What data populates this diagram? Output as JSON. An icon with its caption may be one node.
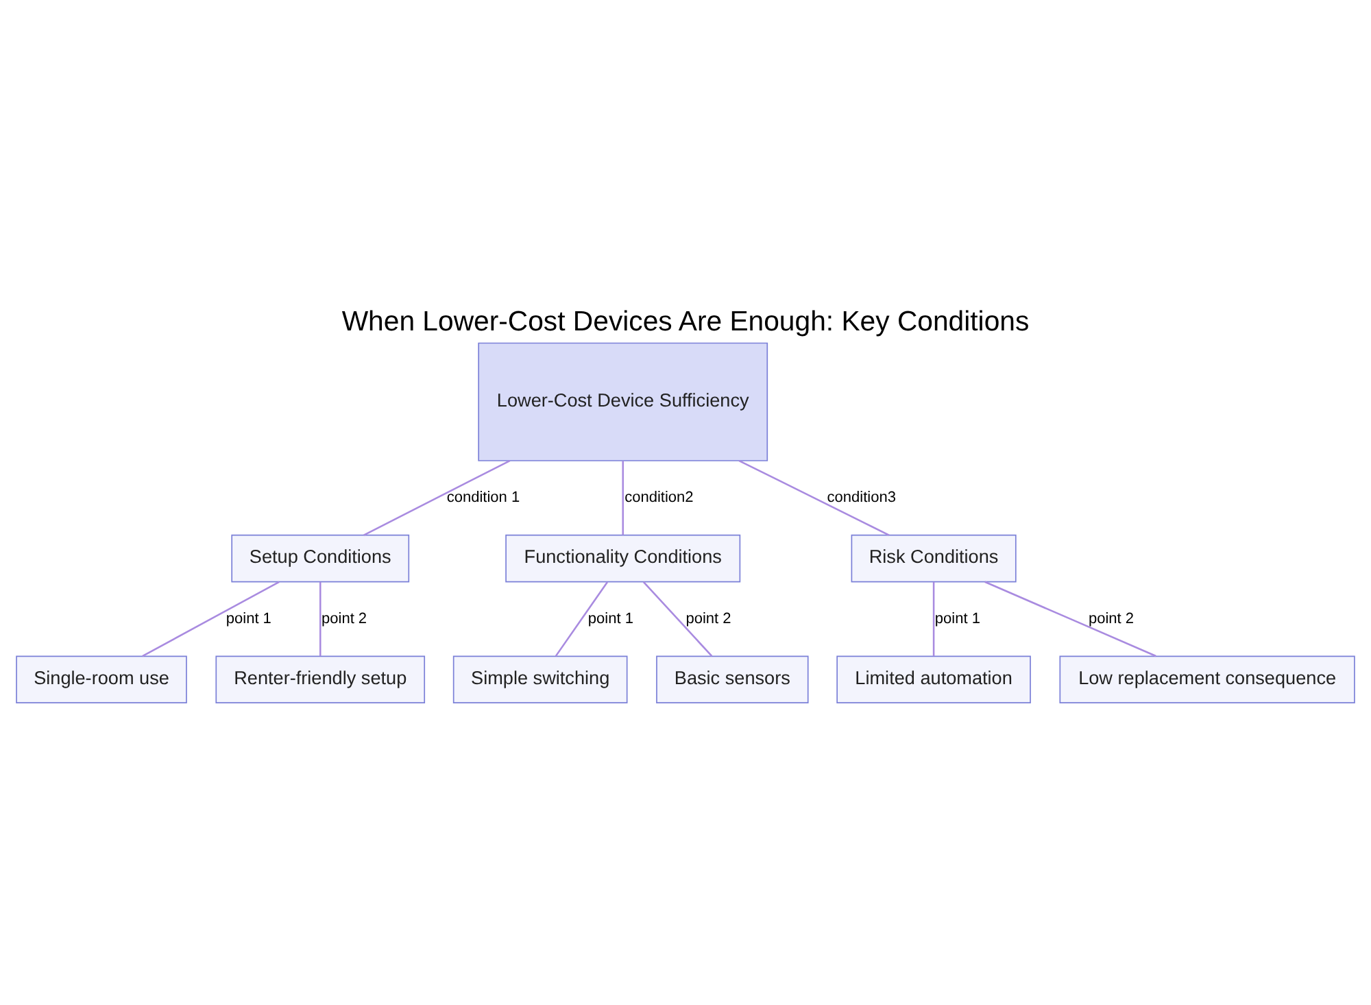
{
  "diagram": {
    "title": "When Lower-Cost Devices Are Enough: Key Conditions",
    "nodes": [
      {
        "text": [
          "Lower-Cost Device Sufficiency"
        ]
      },
      {
        "text": [
          "Setup Conditions"
        ]
      },
      {
        "text": [
          "Functionality Conditions"
        ]
      },
      {
        "text": [
          "Risk Conditions"
        ]
      },
      {
        "text": [
          "Single-room use"
        ]
      },
      {
        "text": [
          "Renter-friendly setup"
        ]
      },
      {
        "text": [
          "Simple switching"
        ]
      },
      {
        "text": [
          "Basic sensors"
        ]
      },
      {
        "text": [
          "Limited automation"
        ]
      },
      {
        "text": [
          "Low replacement consequence"
        ]
      }
    ],
    "edges": [
      {
        "from": 0,
        "to": 1,
        "arrow": "none",
        "label": "condition 1"
      },
      {
        "from": 0,
        "to": 2,
        "arrow": "none",
        "label": "condition2"
      },
      {
        "from": 0,
        "to": 3,
        "arrow": "none",
        "label": "condition3"
      },
      {
        "from": 1,
        "to": 4,
        "arrow": "none",
        "label": "point 1"
      },
      {
        "from": 1,
        "to": 5,
        "arrow": "none",
        "label": "point 2"
      },
      {
        "from": 2,
        "to": 6,
        "arrow": "none",
        "label": "point 1"
      },
      {
        "from": 2,
        "to": 7,
        "arrow": "none",
        "label": "point 2"
      },
      {
        "from": 3,
        "to": 8,
        "arrow": "none",
        "label": "point 1"
      },
      {
        "from": 3,
        "to": 9,
        "arrow": "none",
        "label": "point 2"
      }
    ]
  }
}
